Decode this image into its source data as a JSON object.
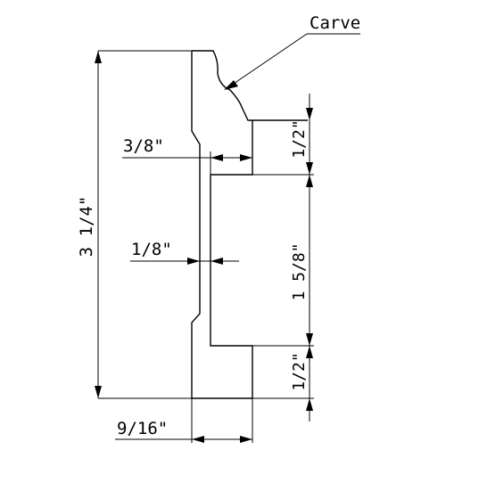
{
  "diagram": {
    "callout": {
      "text": "Carve"
    },
    "dimensions": {
      "overall_height": "3 1/4\"",
      "top_offset": "3/8\"",
      "groove_depth": "1/8\"",
      "top_lip": "1/2\"",
      "center_recess": "1 5/8\"",
      "bottom_lip": "1/2\"",
      "bottom_width": "9/16\""
    }
  }
}
